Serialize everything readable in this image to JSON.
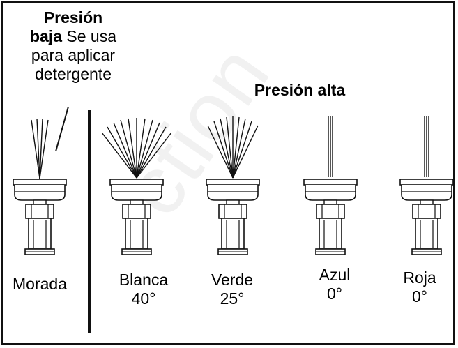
{
  "watermark": "ction",
  "low_pressure": {
    "title": "Presión",
    "title_bold_2": "baja",
    "line_1_rest": " Se usa",
    "line_2": "para aplicar",
    "line_3": "detergente"
  },
  "high_pressure_title": "Presión alta",
  "nozzles": [
    {
      "name": "Morada",
      "angle": ""
    },
    {
      "name": "Blanca",
      "angle": "40°"
    },
    {
      "name": "Verde",
      "angle": "25°"
    },
    {
      "name": "Azul",
      "angle": "0°"
    },
    {
      "name": "Roja",
      "angle": "0°"
    }
  ],
  "colors": {
    "line": "#111111",
    "background": "#ffffff",
    "watermark": "#f1f1f1"
  }
}
